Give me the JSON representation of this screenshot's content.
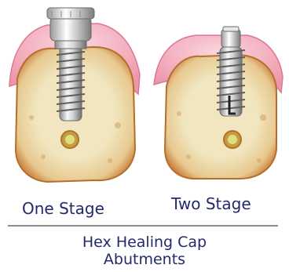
{
  "illustration": {
    "left": {
      "label": "One Stage",
      "icon": "one-stage-implant-icon"
    },
    "right": {
      "label": "Two Stage",
      "icon": "two-stage-implant-icon"
    }
  },
  "footer": {
    "title_line1": "Hex Healing Cap",
    "title_line2": "Abutments"
  },
  "colors": {
    "caption_text": "#232a6c",
    "divider": "#8c8c8c",
    "gum": "#f0a2b4",
    "gum_edge": "#d97a91",
    "bone_outer": "#c8803a",
    "bone_inner": "#efe2b8",
    "metal_light": "#f4f4f4",
    "metal_dark": "#7a7a7a"
  }
}
